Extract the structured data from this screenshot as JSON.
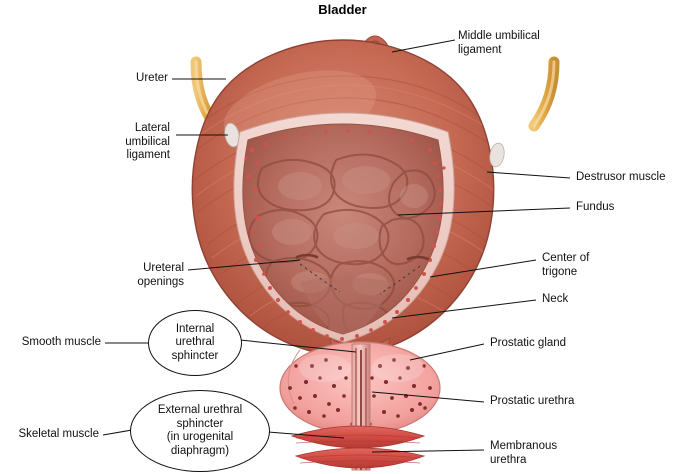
{
  "title": "Bladder",
  "colors": {
    "muscle_outer": "#c4624f",
    "muscle_outer_dark": "#a44b3b",
    "muscle_light": "#d98a75",
    "mucosa": "#b9675c",
    "mucosa_light": "#c98a7d",
    "trigone_dots": "#d9534f",
    "ureter": "#e0a84f",
    "prostate": "#f6a6a6",
    "prostate_dots": "#8c2f2f",
    "skeletal_muscle": "#d4554f",
    "line": "#111111",
    "text": "#111111"
  },
  "labels": {
    "middle_umbilical_ligament": "Middle umbilical\nligament",
    "ureter": "Ureter",
    "lateral_umbilical_ligament": "Lateral\numbilical\nligament",
    "destrusor_muscle": "Destrusor muscle",
    "fundus": "Fundus",
    "center_of_trigone": "Center of\ntrigone",
    "neck": "Neck",
    "ureteral_openings": "Ureteral\nopenings",
    "smooth_muscle": "Smooth muscle",
    "internal_urethral_sphincter": "Internal\nurethral\nsphincter",
    "prostatic_gland": "Prostatic gland",
    "prostatic_urethra": "Prostatic urethra",
    "skeletal_muscle": "Skeletal muscle",
    "external_urethral_sphincter": "External urethral\nsphincter\n(in urogenital\ndiaphragm)",
    "membranous_urethra": "Membranous\nurethra"
  }
}
